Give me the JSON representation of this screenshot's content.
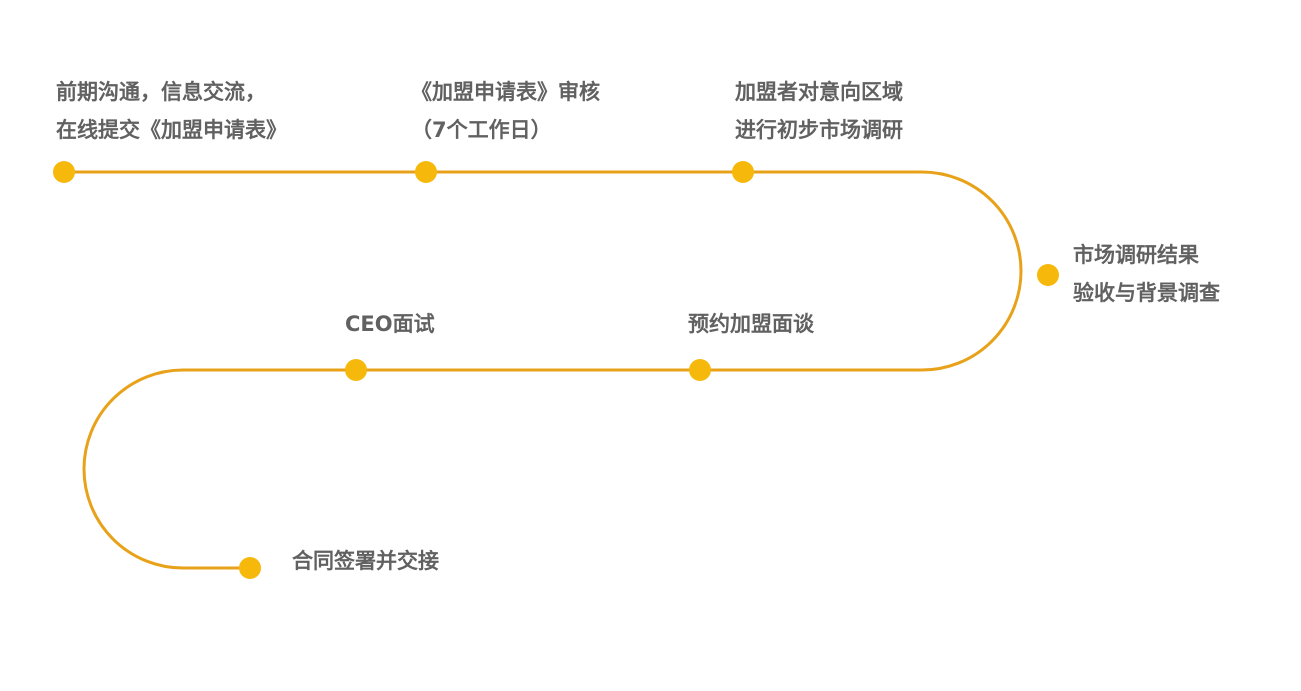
{
  "colors": {
    "path": "#E8A21A",
    "node": "#F6B80A",
    "text": "#616161",
    "background": "#FFFFFF"
  },
  "steps": [
    {
      "lines": [
        "前期沟通，信息交流，",
        "在线提交《加盟申请表》"
      ]
    },
    {
      "lines": [
        "《加盟申请表》审核",
        "（7个工作日）"
      ]
    },
    {
      "lines": [
        "加盟者对意向区域",
        "进行初步市场调研"
      ]
    },
    {
      "lines": [
        "市场调研结果",
        "验收与背景调查"
      ]
    },
    {
      "lines": [
        "预约加盟面谈"
      ]
    },
    {
      "lines": [
        "CEO面试"
      ]
    },
    {
      "lines": [
        "合同签署并交接"
      ]
    }
  ]
}
